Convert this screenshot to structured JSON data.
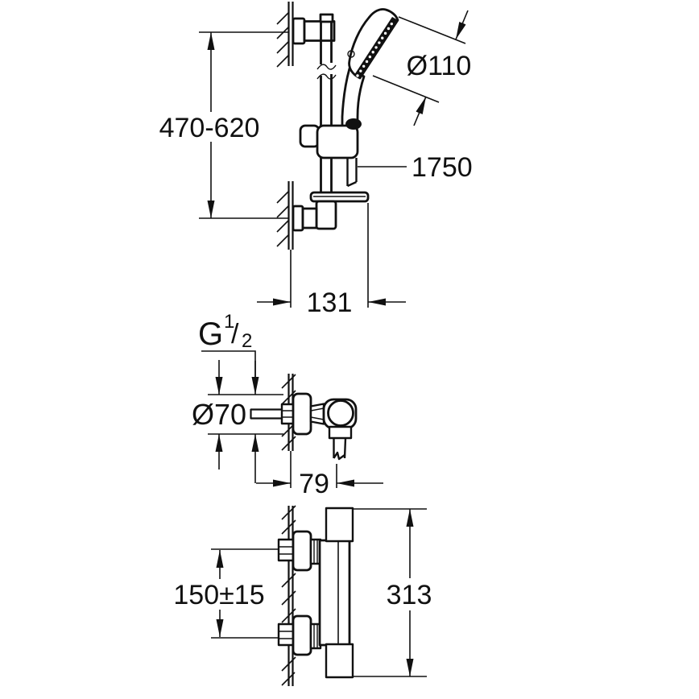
{
  "drawing": {
    "background": "#ffffff",
    "line_color": "#111111",
    "description": "shower set dimensional drawing"
  },
  "top_view": {
    "name": "shower rail set side view",
    "dim_rail_height": "470-620",
    "dim_head_diameter": "Ø110",
    "dim_hose_length": "1750",
    "dim_rail_offset": "131"
  },
  "middle_view": {
    "name": "wall union side view",
    "thread": {
      "g": "G",
      "num": "1",
      "slash": "/",
      "den": "2"
    },
    "dim_escutcheon_diameter": "Ø70",
    "dim_depth": "79"
  },
  "bottom_view": {
    "name": "thermostat mixer side view",
    "dim_inlet_spacing": "150±15",
    "dim_height": "313"
  }
}
